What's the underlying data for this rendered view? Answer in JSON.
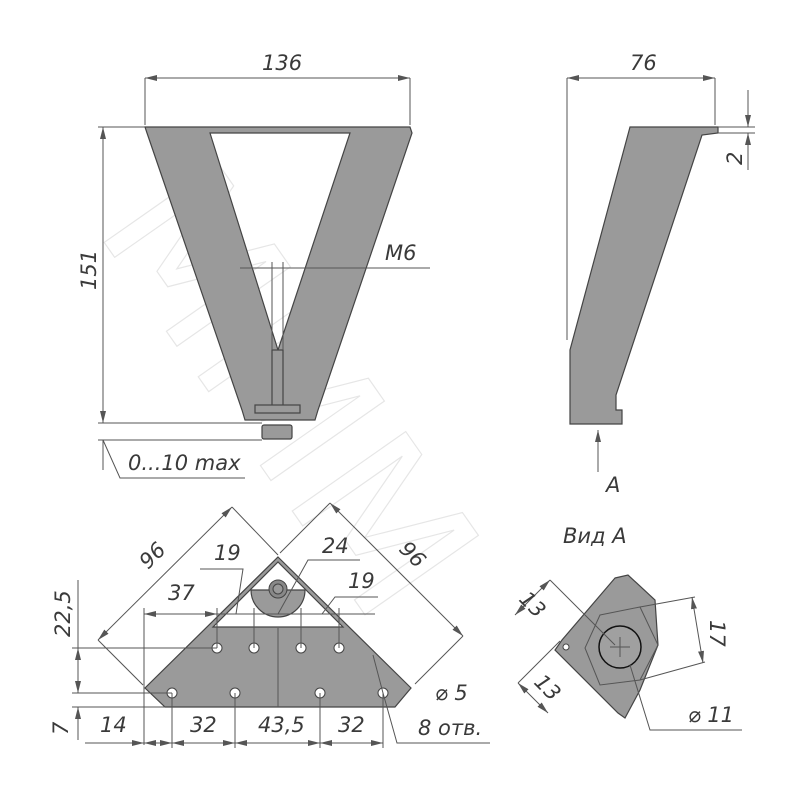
{
  "watermark": "MMM",
  "front_view": {
    "width_dim": "136",
    "height_dim": "151",
    "thread_label": "M6",
    "adjust_range": "0...10 max"
  },
  "side_view": {
    "depth_dim": "76",
    "flange_dim": "2",
    "view_arrow_label": "A"
  },
  "plan_view": {
    "side_left": "96",
    "side_right": "96",
    "dim_19_left": "19",
    "dim_24": "24",
    "dim_37": "37",
    "dim_19_right": "19",
    "dim_22_5": "22,5",
    "dim_7": "7",
    "dim_14": "14",
    "dim_32_left": "32",
    "dim_43_5": "43,5",
    "dim_32_right": "32",
    "hole_diameter": "⌀ 5",
    "hole_count": "8 отв."
  },
  "detail_view": {
    "title": "Вид А",
    "dim_13_top": "13",
    "dim_13_bottom": "13",
    "dim_17": "17",
    "diameter": "⌀ 11"
  }
}
